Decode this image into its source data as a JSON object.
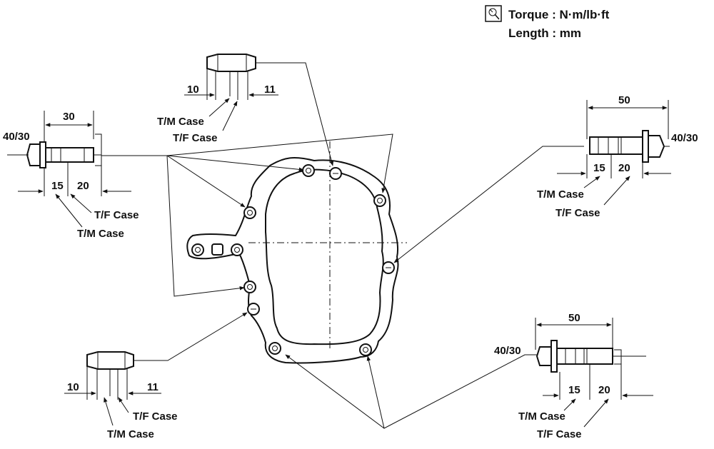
{
  "legend": {
    "torque": "Torque : N·m/lb·ft",
    "length": "Length : mm"
  },
  "dowel_top": {
    "left_dim": "10",
    "right_dim": "11",
    "label_1": "T/M Case",
    "label_2": "T/F Case"
  },
  "bolt_left": {
    "torque": "40/30",
    "length": "30",
    "dim_a": "15",
    "dim_b": "20",
    "label_1": "T/F Case",
    "label_2": "T/M Case"
  },
  "bolt_right_upper": {
    "length": "50",
    "torque": "40/30",
    "dim_a": "15",
    "dim_b": "20",
    "label_1": "T/M Case",
    "label_2": "T/F Case"
  },
  "dowel_bottom": {
    "left_dim": "10",
    "right_dim": "11",
    "label_1": "T/F Case",
    "label_2": "T/M Case"
  },
  "bolt_right_lower": {
    "length": "50",
    "torque": "40/30",
    "dim_a": "15",
    "dim_b": "20",
    "label_1": "T/M Case",
    "label_2": "T/F Case"
  }
}
